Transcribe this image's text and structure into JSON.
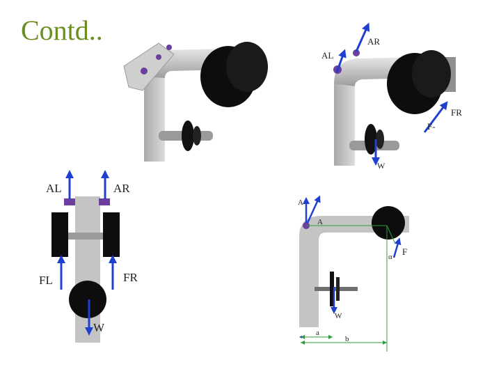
{
  "slide": {
    "title": "Contd.."
  },
  "figure_top_left": {
    "description_labels": []
  },
  "figure_top_right": {
    "labels": {
      "a_right": "AR",
      "a_left": "AL",
      "f_right": "FR",
      "f_left": "F-",
      "weight": "W"
    }
  },
  "figure_bottom_left": {
    "labels": {
      "a_left": "AL",
      "a_right": "AR",
      "f_left": "FL",
      "f_right": "FR",
      "weight": "W"
    }
  },
  "figure_bottom_right": {
    "labels": {
      "a_top": "A",
      "a_side": "A",
      "f": "F",
      "alpha": "α",
      "weight": "W",
      "dim_a": "a",
      "dim_b": "b"
    }
  },
  "colors": {
    "title": "#6b8e23",
    "arrow": "#1f3fd1",
    "body_gray": "#c4c4c4",
    "wheel": "#0a0a0a",
    "pivot": "#6a3fa0",
    "dim_line": "#2e9b3a"
  }
}
